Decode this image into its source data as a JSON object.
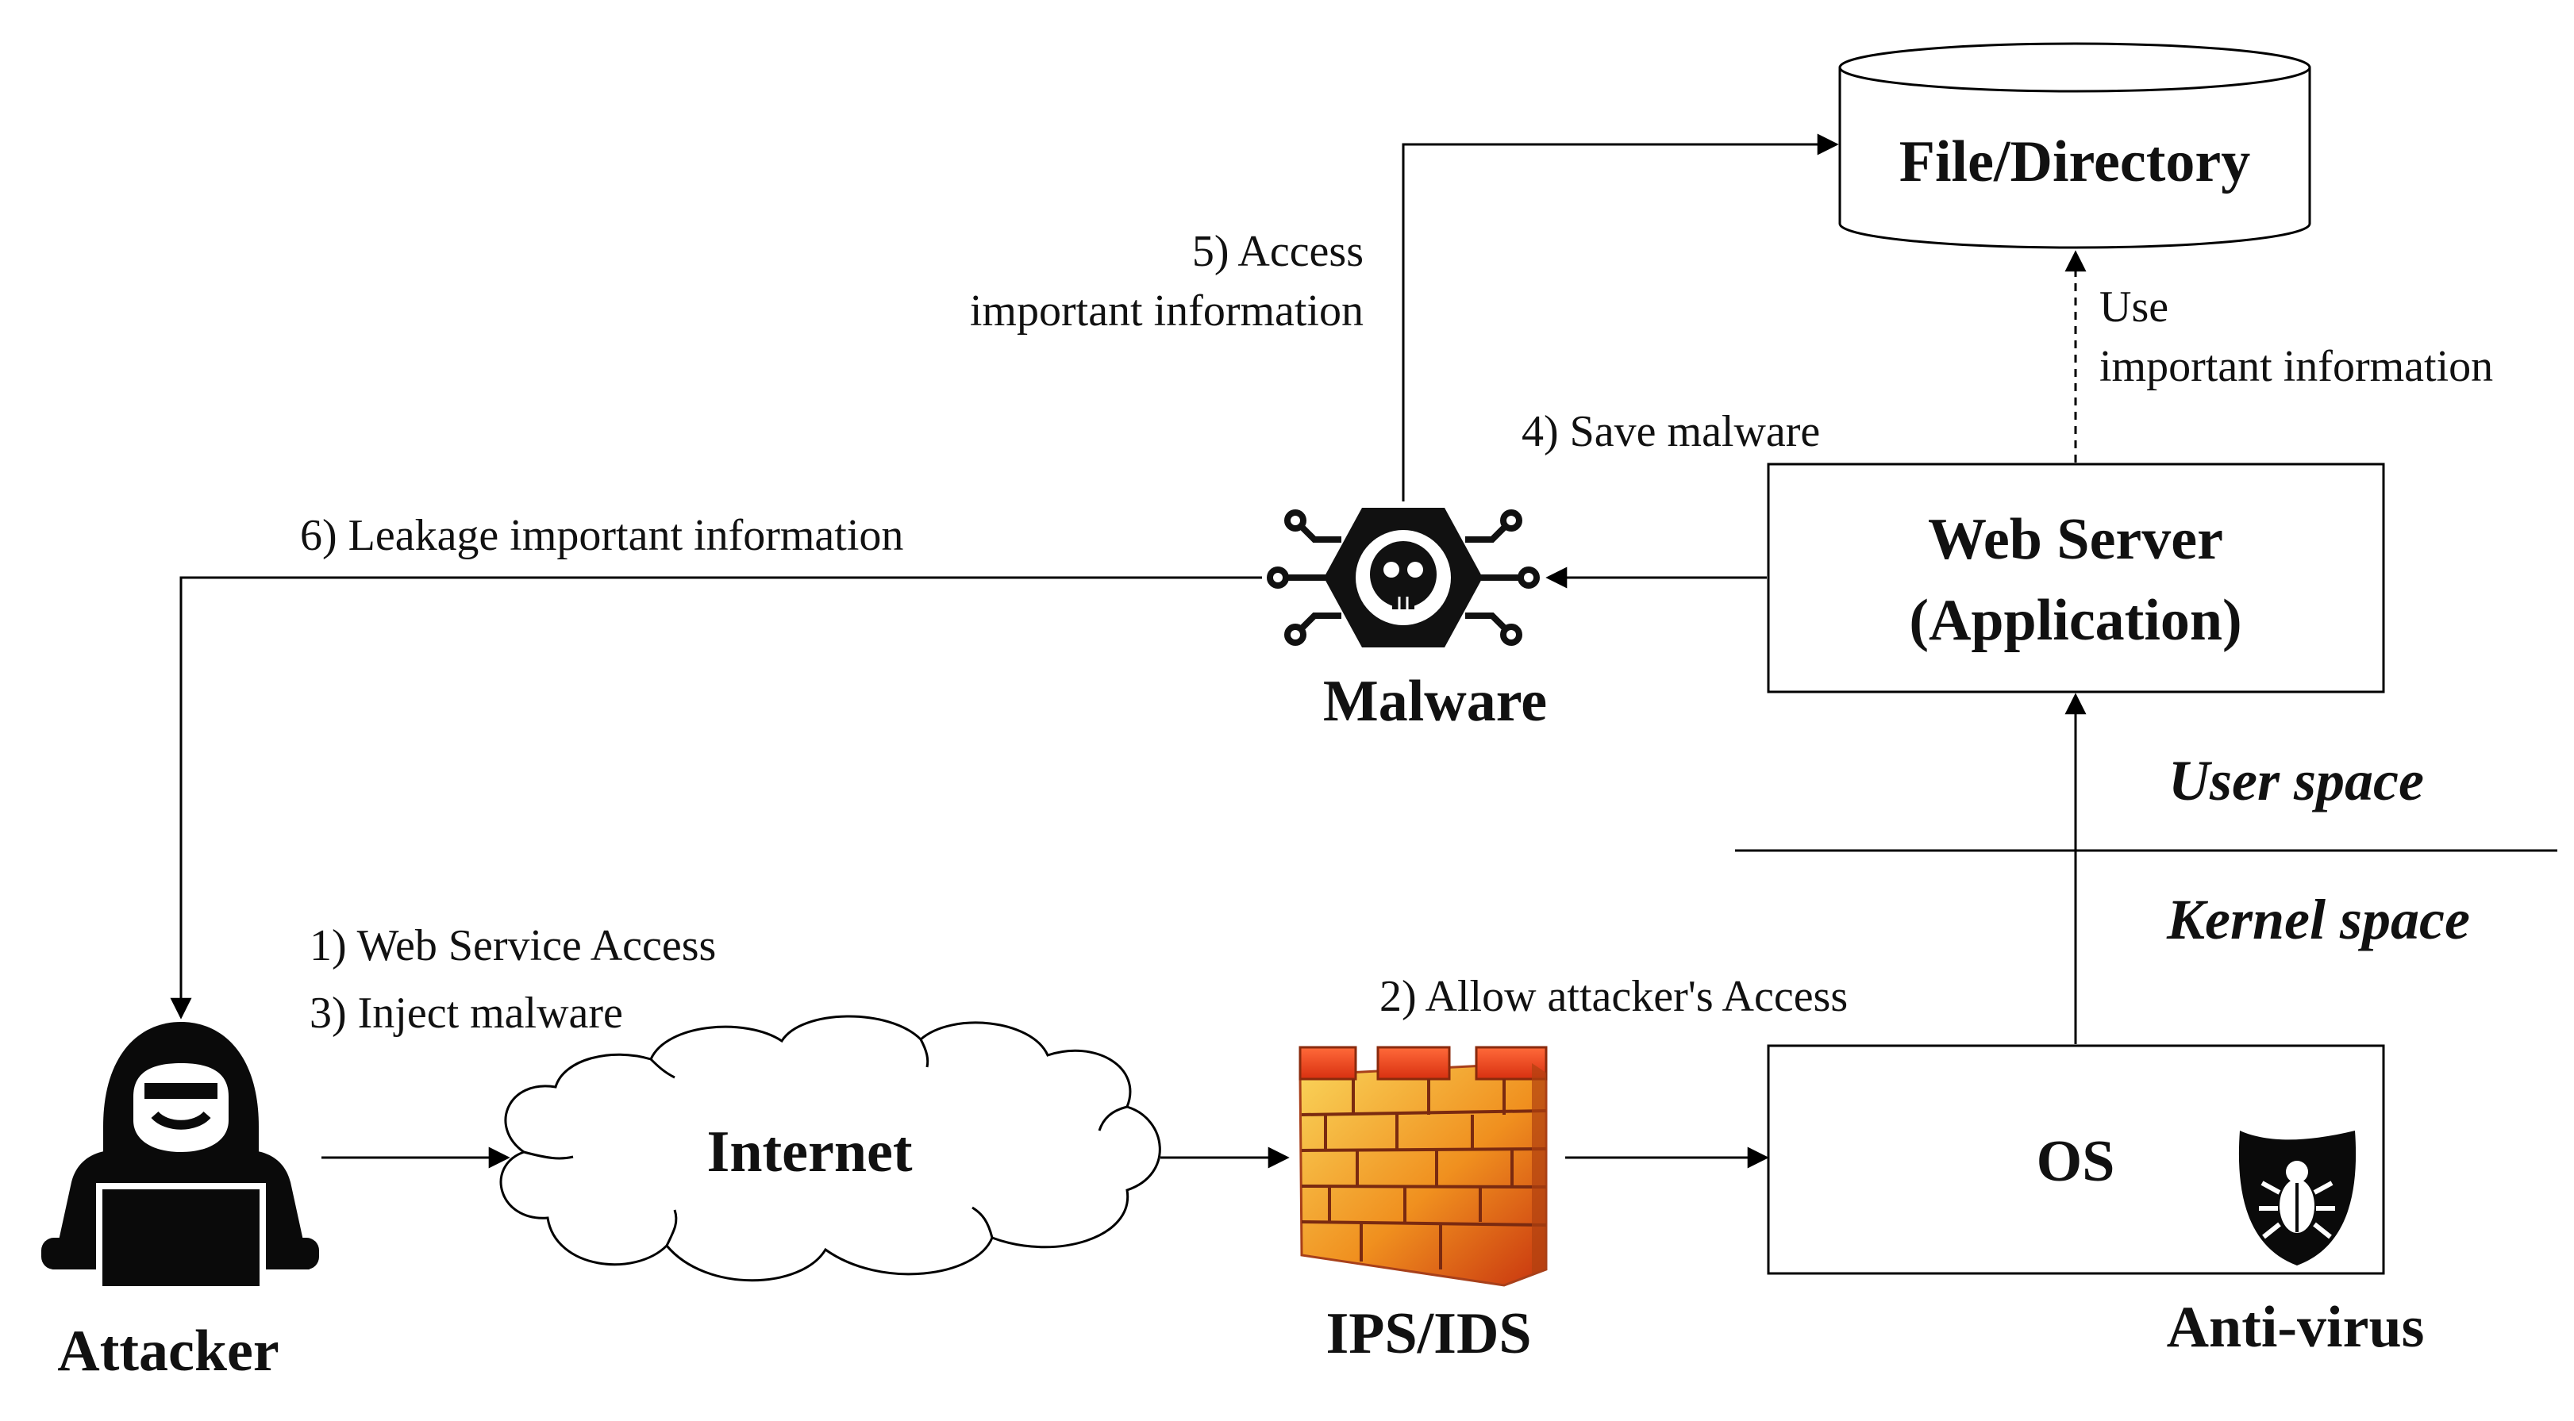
{
  "nodes": {
    "file_directory": "File/Directory",
    "web_server_line1": "Web Server",
    "web_server_line2": "(Application)",
    "malware": "Malware",
    "internet": "Internet",
    "ips_ids": "IPS/IDS",
    "os": "OS",
    "anti_virus": "Anti-virus",
    "attacker": "Attacker"
  },
  "spaces": {
    "user": "User space",
    "kernel": "Kernel space"
  },
  "steps": {
    "step1": "1) Web Service Access",
    "step2": "2) Allow attacker's Access",
    "step3": "3) Inject malware",
    "step4": "4) Save malware",
    "step5_line1": "5) Access",
    "step5_line2": "important information",
    "step6": "6) Leakage important information",
    "use_line1": "Use",
    "use_line2": "important information"
  },
  "icons": {
    "malware": "skull-hexagon-icon",
    "firewall": "brick-firewall-icon",
    "anti_virus": "shield-bug-icon",
    "attacker": "hooded-hacker-icon",
    "internet": "cloud-icon"
  },
  "colors": {
    "brick_light": "#f6c34a",
    "brick_mid": "#ef8a1c",
    "brick_dark": "#c93012",
    "ink": "#000000"
  }
}
